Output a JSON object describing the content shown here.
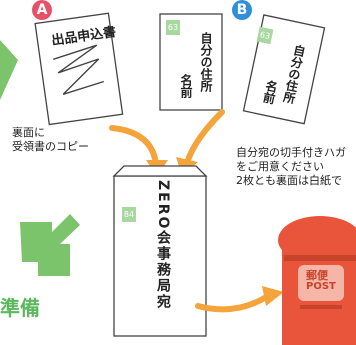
{
  "badges": {
    "a": "A",
    "b": "B"
  },
  "doc_a": {
    "title": "出品申込書"
  },
  "doc_a_caption": {
    "line1": "裏面に",
    "line2": "受領書のコピー"
  },
  "envelope_return": {
    "stamp": "63",
    "name_line": "自分の住所",
    "name_sub": "名前"
  },
  "envelope_b": {
    "stamp": "63",
    "name_line": "自分の住所",
    "name_sub": "名前"
  },
  "envelope_b_caption": {
    "line1": "自分宛の切手付きハガ",
    "line2": "をご用意ください",
    "line3": "2枚とも裏面は白紙で"
  },
  "main_envelope": {
    "stamp": "84",
    "address": "ZERO会事務局宛"
  },
  "left_text": "準備",
  "postbox": {
    "top": "郵便",
    "post": "POST"
  },
  "colors": {
    "badge_a": "#e8506a",
    "badge_b": "#2f8fd8",
    "arrow_orange": "#f4a43a",
    "arrow_green": "#7cc46b",
    "postbox_red": "#e8553a"
  }
}
